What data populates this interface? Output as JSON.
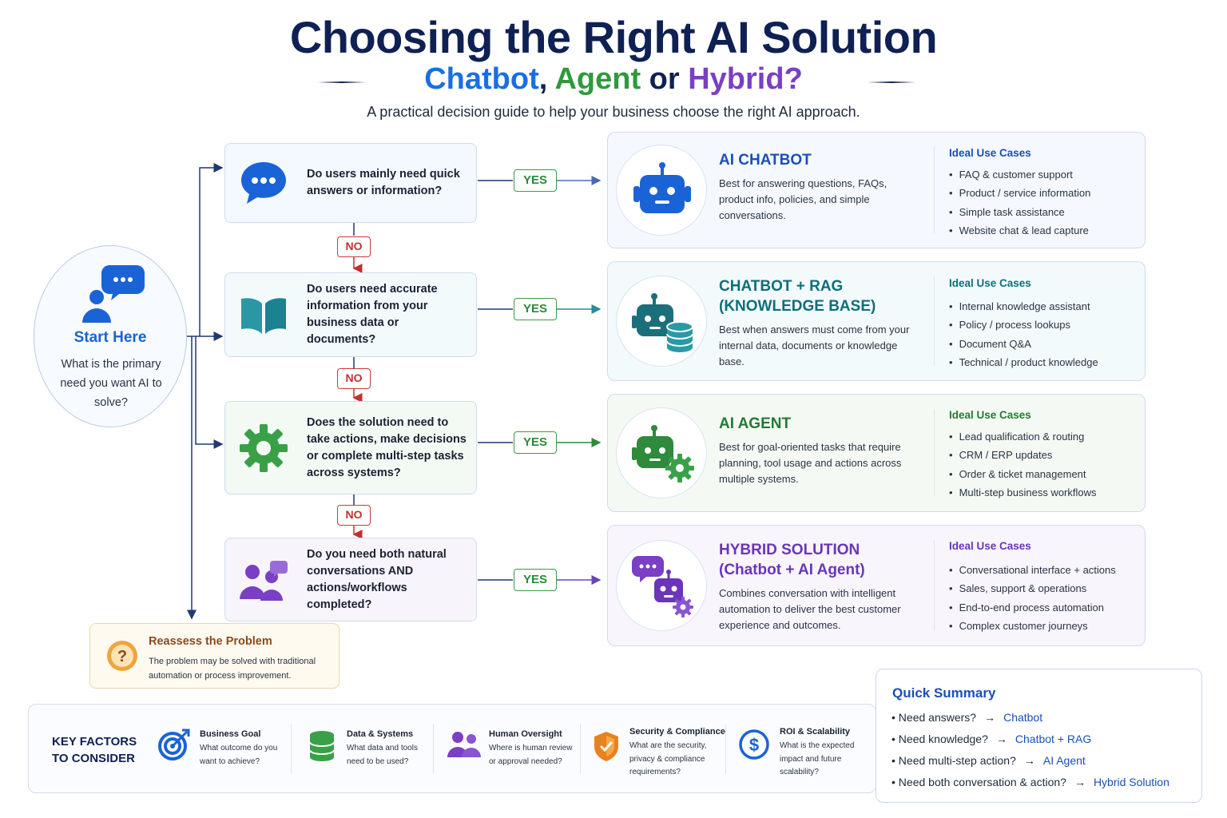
{
  "header": {
    "title": "Choosing the Right AI Solution",
    "sub_chatbot": "Chatbot",
    "sub_comma": ",",
    "sub_agent": "Agent",
    "sub_or": "or",
    "sub_hybrid": "Hybrid?",
    "tagline": "A practical decision guide to help your business choose the right AI approach."
  },
  "start": {
    "title": "Start Here",
    "text": "What is the primary need you want AI to solve?"
  },
  "labels": {
    "yes": "YES",
    "no": "NO",
    "ideal": "Ideal Use Cases"
  },
  "questions": [
    {
      "text": "Do users mainly need quick answers or information?",
      "icon": "chat-bubble-icon"
    },
    {
      "text": "Do users need accurate information from your business data or documents?",
      "icon": "open-book-icon"
    },
    {
      "text": "Does the solution need to take actions, make decisions or complete multi-step tasks across systems?",
      "icon": "gear-icon"
    },
    {
      "text": "Do you need both natural conversations AND actions/workflows completed?",
      "icon": "people-chat-icon"
    }
  ],
  "answers": [
    {
      "title": "AI CHATBOT",
      "title2": "",
      "desc": "Best for answering questions, FAQs, product info, policies, and simple conversations.",
      "uses": [
        "FAQ & customer support",
        "Product / service information",
        "Simple task assistance",
        "Website chat & lead capture"
      ],
      "color": "#1a4fb5"
    },
    {
      "title": "CHATBOT + RAG",
      "title2": "(KNOWLEDGE BASE)",
      "desc": "Best when answers must come from your internal data, documents or knowledge base.",
      "uses": [
        "Internal knowledge assistant",
        "Policy / process lookups",
        "Document Q&A",
        "Technical / product knowledge"
      ],
      "color": "#0f6e78"
    },
    {
      "title": "AI AGENT",
      "title2": "",
      "desc": "Best for goal-oriented tasks that require planning, tool usage and actions across multiple systems.",
      "uses": [
        "Lead qualification & routing",
        "CRM / ERP updates",
        "Order & ticket management",
        "Multi-step business workflows"
      ],
      "color": "#237a33"
    },
    {
      "title": "HYBRID SOLUTION",
      "title2": "(Chatbot + AI Agent)",
      "desc": "Combines conversation with intelligent automation to deliver the best customer experience and outcomes.",
      "uses": [
        "Conversational interface + actions",
        "Sales, support & operations",
        "End-to-end process automation",
        "Complex customer journeys"
      ],
      "color": "#6a35b8"
    }
  ],
  "reassess": {
    "title": "Reassess the Problem",
    "text": "The problem may be solved with traditional automation or process improvement."
  },
  "key_factors": {
    "label_line1": "KEY FACTORS",
    "label_line2": "TO CONSIDER",
    "items": [
      {
        "title": "Business Goal",
        "text": "What outcome do you want to achieve?",
        "icon": "target-icon"
      },
      {
        "title": "Data & Systems",
        "text": "What data and tools need to be used?",
        "icon": "database-icon"
      },
      {
        "title": "Human Oversight",
        "text": "Where is human review or approval needed?",
        "icon": "users-icon"
      },
      {
        "title": "Security & Compliance",
        "text": "What are the security, privacy & compliance requirements?",
        "icon": "shield-check-icon"
      },
      {
        "title": "ROI & Scalability",
        "text": "What is the expected impact and future scalability?",
        "icon": "dollar-icon"
      }
    ]
  },
  "summary": {
    "title": "Quick Summary",
    "arrow": "→",
    "rows": [
      {
        "need": "Need answers?",
        "result": "Chatbot"
      },
      {
        "need": "Need knowledge?",
        "result": "Chatbot + RAG"
      },
      {
        "need": "Need multi-step action?",
        "result": "AI Agent"
      },
      {
        "need": "Need both conversation & action?",
        "result": "Hybrid Solution"
      }
    ]
  },
  "colors": {
    "navy": "#0f2153",
    "blue": "#1a6fe0",
    "teal": "#1b8a97",
    "green": "#2f9a3c",
    "purple": "#7a3fc4",
    "orange": "#e08a1e",
    "red": "#c93a3a"
  }
}
